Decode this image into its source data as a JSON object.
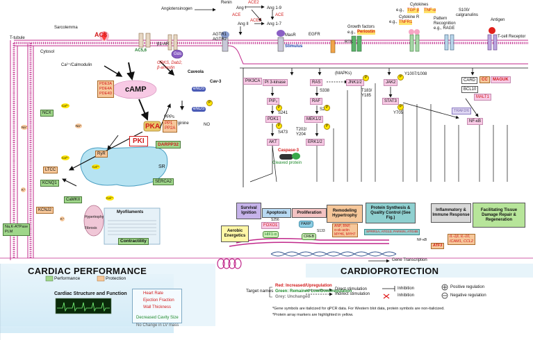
{
  "top": {
    "angiotensinogen": "Angiotensinogen",
    "renin": "Renin",
    "ang1": "Ang I",
    "ang19": "Ang 1-9",
    "ang2": "Ang II",
    "ang17": "Ang 1-7",
    "ace": "ACE",
    "ace2": "ACE2",
    "agtr1": "AGTR1",
    "agtr2": "AGTR2",
    "masr": "MasR",
    "egfr": "EGFR",
    "stimulus": "Stimulus",
    "growth_factors": "Growth factors",
    "eg": "e.g.,",
    "periostin": "Periostin",
    "rtk": "RTK",
    "cytokines": "Cytokines",
    "tgfb": "TGF β",
    "tnfa": "TNF-α",
    "cytokine_r": "Cytokine R",
    "tnfr1": "TNFR1",
    "pattern": "Pattern",
    "recognition": "Recognition",
    "rage": "e.g., RAGE",
    "s100": "S100/",
    "calgranulins": "calgranulins",
    "antigen": "Antigen",
    "tcell": "T-cell Receptor"
  },
  "left": {
    "ttubule": "T-tubule",
    "sarcolemma": "Sarcolemma",
    "cytosol": "Cytosol",
    "ac8": "AC8",
    "calmodulin": "Ca²⁺/Calmodulin",
    "ac5": "AC5,6",
    "b1ar": "β1-AR",
    "gas": "Gαs",
    "grks": "GRKS, Dab2,",
    "barrestin": "β-arrestin",
    "caveola": "Caveola",
    "cav3": "Cav-3",
    "enos": "eNOS",
    "larginine": "L-arginine",
    "no": "NO",
    "pde3a": "PDE3A",
    "pde4a": "PDE4A",
    "pde4d": "PDE4D",
    "camp": "cAMP",
    "ppps": "PPPs",
    "pp1": "PP1",
    "pp2a": "PP2A",
    "pka": "PKA",
    "pki": "PKI",
    "darpp32": "DARPP32",
    "ncx": "NCX",
    "ltcc": "LTCC",
    "kcnq1": "KCNQ1",
    "kcnj2": "KCNJ2",
    "camkii": "CaMKII",
    "ryr": "RyR",
    "sr": "SR",
    "serca2": "SERCA2",
    "myofilaments": "Myofilaments",
    "contractility": "Contractility",
    "hypertrophy": "Hypertrophy",
    "fibrosis": "Fibrosis",
    "nak": "Na,K-ATPase",
    "plm": "PLM",
    "ca": "Ca²⁺",
    "na": "Na⁺",
    "k": "K⁺"
  },
  "signaling": {
    "mapks": "(MAPKs)",
    "pik3ca": "PIK3CA",
    "pi3k": "PI 3-kinase",
    "pip3": "PIP₃",
    "pdk1": "PDK1",
    "akt": "AKT",
    "s241": "S241",
    "s473": "S473",
    "ras": "RAS",
    "raf": "RAF",
    "mek12": "MEK1/2",
    "erk12": "ERK1/2",
    "s338": "S338",
    "s221": "S221",
    "t202": "T202/",
    "y204": "Y204",
    "jnk12": "JNK1/2",
    "t183": "T183/",
    "y185": "Y185",
    "jak2": "JAK2",
    "y1007": "Y1007/1008",
    "stat3": "STAT3",
    "y705": "Y705",
    "card": "CARD",
    "cc": "CC",
    "maguk": "MAGUK",
    "bcl10": "BCL10",
    "malt1": "MALT1",
    "traf26": "TRAF2/6",
    "nfkb": "NF-κB",
    "caspase3": "Caspase-3",
    "cleaved": "Cleaved protein",
    "p": "P"
  },
  "outcomes": {
    "survival": "Survival Ignition",
    "apoptosis": "Apoptosis",
    "proliferation": "Proliferation",
    "remodeling": "Remodeling Hypertrophy",
    "protein_synthesis": "Protein Synthesis & Quality Control (See Fig.)",
    "inflammatory": "Inflammatory & Immune Response",
    "facilitating": "Facilitating Tissue Damage Repair & Regeneration",
    "aerobic": "Aerobic Energetics"
  },
  "nucleus": {
    "foxo1": "FOXO1",
    "s256": "S256",
    "parp": "PARP",
    "hif1a": "HIF1-α",
    "creb": "CREB",
    "s133": "S133",
    "remod_genes": [
      "ANP, BNP,",
      "α-sk-actin",
      "MYH6, MYH7"
    ],
    "prot_genes": [
      "SPRR1A, ATG13, PARKIN, ATG4B"
    ],
    "inflam_genes_1": "IL-1β, IL-10,",
    "inflam_genes_2": "ICAM1, CCL2",
    "atf3": "ATF3",
    "nfkb_dna": "NF-κB",
    "transcription": "Gene Transcription"
  },
  "performance": {
    "title": "CARDIAC PERFORMANCE",
    "legend_performance": "Performance",
    "legend_protection": "Protection",
    "structure": "Cardiac Structure and Function",
    "heart_rate": "Heart Rate",
    "ejection_fraction": "Ejection Fraction",
    "wall_thickness": "Wall Thickness",
    "cavity": "Decreased Cavity Size",
    "lv_mass": "No Change in LV mass"
  },
  "protection": {
    "title": "CARDIOPROTECTION",
    "target_names": "Target names",
    "red": "Red: Increased/Upregulation",
    "green": "Green: Remained Low/Downregulation",
    "grey": "Grey: Unchanged",
    "direct": "Direct stimulation",
    "indirect": "Indirect stimulation",
    "inhibition": "Inhibition",
    "inhibition2": "Inhibition",
    "positive": "Positive regulation",
    "negative": "Negative regulation",
    "note1": "*Gene symbols are italicized for qPCR data. For Western blot data, protein symbols are non-italicized.",
    "note2": "*Protein array markers are highlighted in yellow."
  },
  "colors": {
    "membrane": "#c0278a",
    "pink_box": "#f7c9e4",
    "panel_blue": "#cfe9f6",
    "performance_green": "#9fd68a",
    "protection_orange": "#f6c79a",
    "pka": "#e9c86a"
  }
}
